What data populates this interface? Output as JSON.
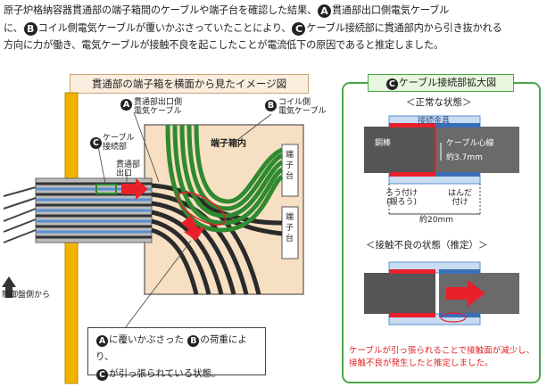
{
  "intro": {
    "p1": "原子炉格納容器貫通部の端子箱間のケーブルや端子台を確認した結果、",
    "p2": "貫通部出口側電気ケーブル",
    "p3": "に、",
    "p4": "コイル側電気ケーブルが覆いかぶさっていたことにより、",
    "p5": "ケーブル接続部に貫通部内から引き抜かれる",
    "p6": "方向に力が働き、電気ケーブルが接触不良を起こしたことが電流低下の原因であると推定しました。"
  },
  "left": {
    "title": "貫通部の端子箱を横面から見たイメージ図",
    "label_a": "貫通部出口側\n電気ケーブル",
    "label_b": "コイル側\n電気ケーブル",
    "label_c": "ケーブル\n接続部",
    "label_exit": "貫通部\n出口",
    "box_label": "端子箱内",
    "terminal1": "端子台",
    "terminal2": "端子台",
    "from_panel": "制御盤側から",
    "callout_1": "に覆いかぶさった",
    "callout_2": "の荷重により、",
    "callout_3": "が引っ張られている状態。"
  },
  "right": {
    "title": "ケーブル接続部拡大図",
    "normal_title": "＜正常な状態＞",
    "sleeve": "接続金具",
    "copper": "銅棒",
    "core": "ケーブル心線",
    "core_dia": "約3.7mm",
    "braze1": "ろう付け\n(銀ろう)",
    "braze2": "はんだ\n付け",
    "length": "約20mm",
    "bad_title": "＜接触不良の状態（推定）＞",
    "note": "ケーブルが引っ張られることで接触面が減少し、接触不良が発生したと推定しました。"
  },
  "badges": {
    "a": "A",
    "b": "B",
    "c": "C"
  },
  "colors": {
    "red": "#e8202a",
    "green": "#4aa84a",
    "blue": "#5a8fd0",
    "tan": "#f6dfc2",
    "pole": "#f0b400"
  }
}
